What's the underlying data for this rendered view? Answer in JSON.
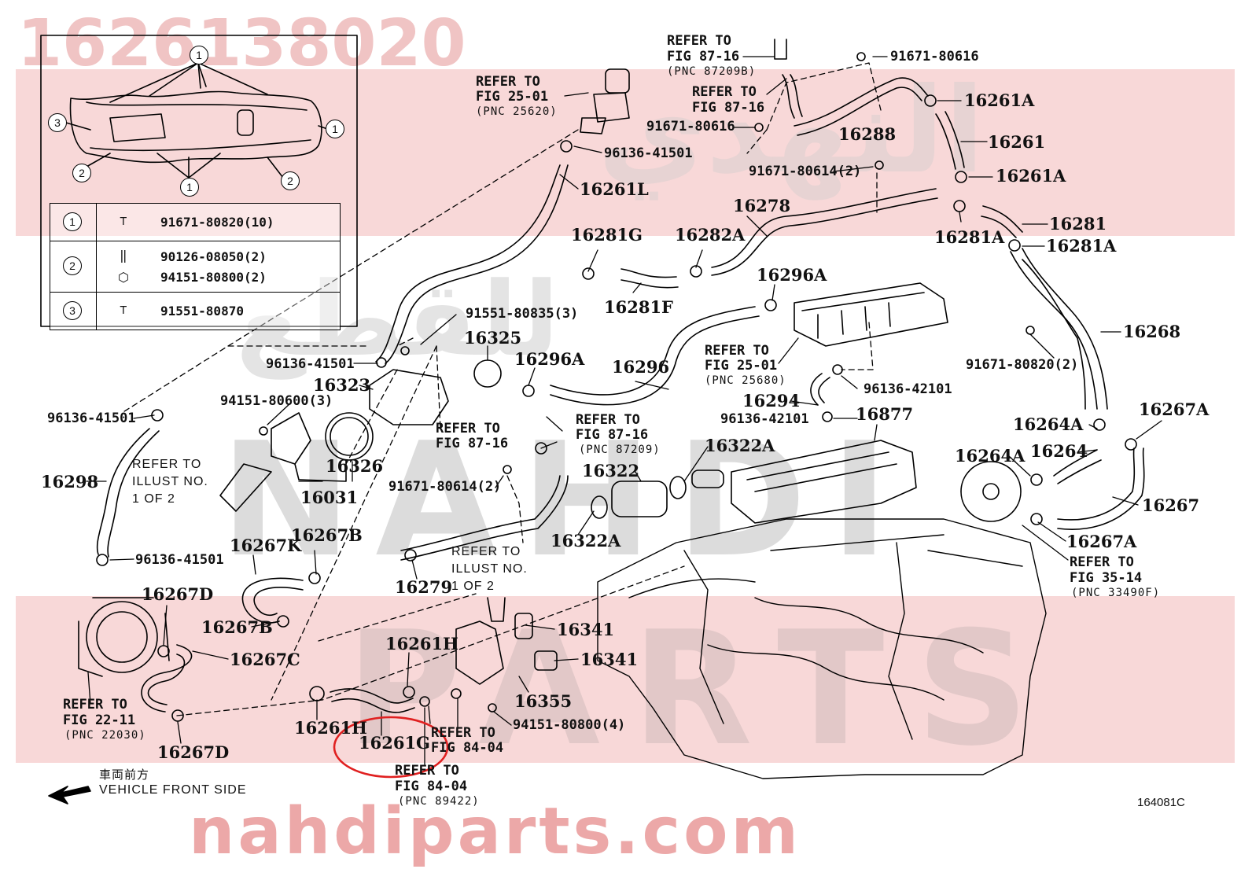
{
  "watermark": {
    "part_number": "1626138020",
    "arabic_top": "النهدي",
    "arabic_mid": "للقطع",
    "nahdi": "NAHDI",
    "parts": "PARTS",
    "site": "nahdiparts.com"
  },
  "legend": {
    "rows": [
      {
        "num": "1",
        "items": [
          "91671-80820(10)"
        ]
      },
      {
        "num": "2",
        "items": [
          "90126-08050(2)",
          "94151-80800(2)"
        ]
      },
      {
        "num": "3",
        "items": [
          "91551-80870"
        ]
      }
    ]
  },
  "callouts": {
    "c1": "1",
    "c2": "2",
    "c3": "3"
  },
  "labels": {
    "refer_87_16_a_1": "REFER TO",
    "refer_87_16_a_2": "FIG 87-16",
    "refer_87_16_a_3": "(PNC 87209B)",
    "refer_25_01_a_1": "REFER TO",
    "refer_25_01_a_2": "FIG 25-01",
    "refer_25_01_a_3": "(PNC 25620)",
    "refer_87_16_b_1": "REFER TO",
    "refer_87_16_b_2": "FIG 87-16",
    "p91671_80616_a": "91671-80616",
    "p91671_80616_b": "91671-80616",
    "p16261A_a": "16261A",
    "p16288": "16288",
    "p16261": "16261",
    "p96136_41501_a": "96136-41501",
    "p91671_80614_a": "91671-80614(2)",
    "p16261A_b": "16261A",
    "p16261L": "16261L",
    "p16278": "16278",
    "p16281": "16281",
    "p16281G": "16281G",
    "p16282A": "16282A",
    "p16281A_a": "16281A",
    "p16281A_b": "16281A",
    "p16296A_a": "16296A",
    "p16281F": "16281F",
    "p91551_80835": "91551-80835(3)",
    "p16325": "16325",
    "p16268": "16268",
    "refer_25_01_b_1": "REFER TO",
    "refer_25_01_b_2": "FIG 25-01",
    "refer_25_01_b_3": "(PNC 25680)",
    "p96136_41501_b": "96136-41501",
    "p16296A_b": "16296A",
    "p16296": "16296",
    "p91671_80820": "91671-80820(2)",
    "p16323": "16323",
    "p96136_42101_a": "96136-42101",
    "p94151_80600": "94151-80600(3)",
    "p16294": "16294",
    "p96136_41501_c": "96136-41501",
    "p96136_42101_b": "96136-42101",
    "p16877": "16877",
    "p16267A_a": "16267A",
    "refer_87_16_c_1": "REFER TO",
    "refer_87_16_c_2": "FIG 87-16",
    "refer_87_16_c_3": "(PNC 87209)",
    "refer_87_16_d_1": "REFER TO",
    "refer_87_16_d_2": "FIG 87-16",
    "p16264A_a": "16264A",
    "p16322A_a": "16322A",
    "p16264": "16264",
    "p16264A_b": "16264A",
    "refer_illust_a_1": "REFER TO",
    "refer_illust_a_2": "ILLUST NO.",
    "refer_illust_a_3": "1 OF 2",
    "p16326": "16326",
    "p16298": "16298",
    "p16322": "16322",
    "p91671_80614_b": "91671-80614(2)",
    "p16031": "16031",
    "p16267": "16267",
    "p16322A_b": "16322A",
    "p16267A_b": "16267A",
    "p16267K": "16267K",
    "p16267B_a": "16267B",
    "refer_illust_b_1": "REFER TO",
    "refer_illust_b_2": "ILLUST NO.",
    "refer_illust_b_3": "1 OF 2",
    "p96136_41501_d": "96136-41501",
    "refer_35_14_1": "REFER TO",
    "refer_35_14_2": "FIG 35-14",
    "refer_35_14_3": "(PNC 33490F)",
    "p16279": "16279",
    "p16267D_a": "16267D",
    "p16267B_b": "16267B",
    "p16341_a": "16341",
    "p16261H_a": "16261H",
    "p16267C": "16267C",
    "p16341_b": "16341",
    "refer_22_11_1": "REFER TO",
    "refer_22_11_2": "FIG 22-11",
    "refer_22_11_3": "(PNC 22030)",
    "p16355": "16355",
    "p94151_80800": "94151-80800(4)",
    "p16261H_b": "16261H",
    "refer_84_04_a_1": "REFER TO",
    "refer_84_04_a_2": "FIG 84-04",
    "p16261G": "16261G",
    "p16267D_b": "16267D",
    "refer_84_04_b_1": "REFER TO",
    "refer_84_04_b_2": "FIG 84-04",
    "refer_84_04_b_3": "(PNC 89422)",
    "front_jp": "車両前方",
    "front_en": "VEHICLE FRONT SIDE",
    "diagram_code": "164081C"
  },
  "colors": {
    "highlight": "#e02020",
    "band": "#f2b8b8",
    "line": "#000000"
  }
}
